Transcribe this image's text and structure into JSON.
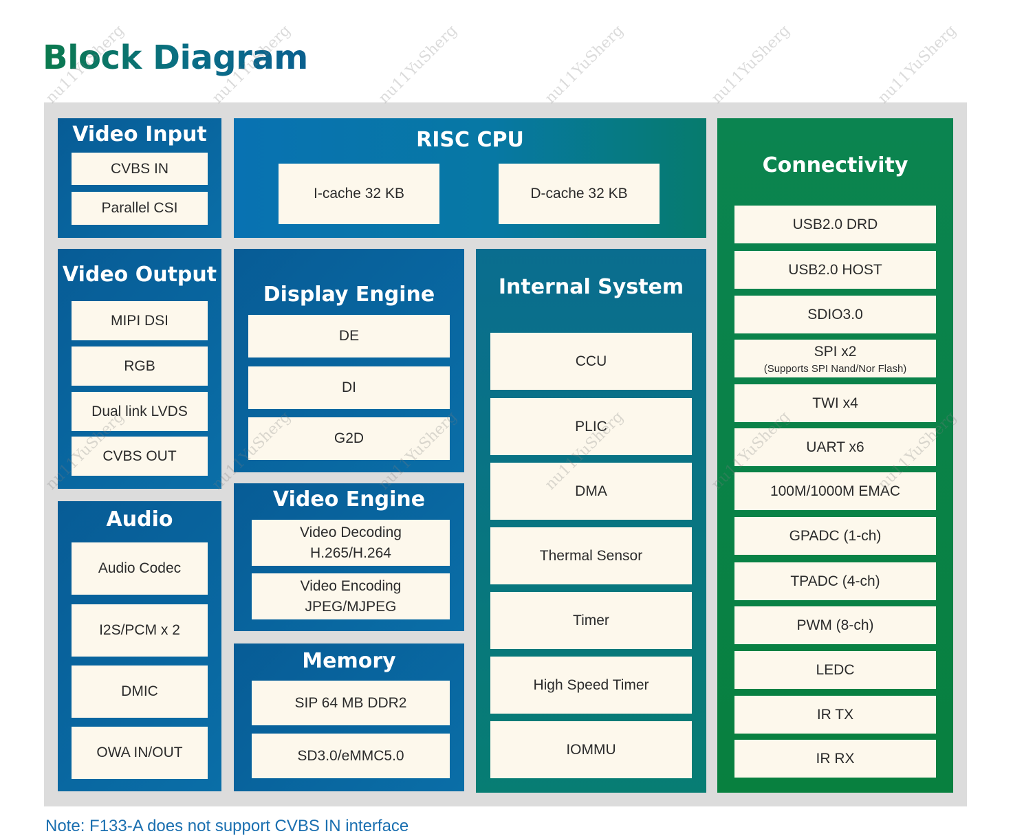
{
  "title": "Block Diagram",
  "video_input": {
    "title": "Video Input",
    "items": [
      "CVBS IN",
      "Parallel CSI"
    ]
  },
  "risc_cpu": {
    "title": "RISC CPU",
    "items": [
      "I-cache 32 KB",
      "D-cache 32 KB"
    ]
  },
  "connectivity": {
    "title": "Connectivity",
    "items": [
      "USB2.0 DRD",
      "USB2.0 HOST",
      "SDIO3.0",
      "SPI x2",
      "TWI x4",
      "UART x6",
      "100M/1000M EMAC",
      "GPADC (1-ch)",
      "TPADC (4-ch)",
      "PWM (8-ch)",
      "LEDC",
      "IR TX",
      "IR RX"
    ],
    "spi_note": "(Supports SPI Nand/Nor Flash)"
  },
  "video_output": {
    "title": "Video Output",
    "items": [
      "MIPI DSI",
      "RGB",
      "Dual link LVDS",
      "CVBS OUT"
    ]
  },
  "display_engine": {
    "title": "Display Engine",
    "items": [
      "DE",
      "DI",
      "G2D"
    ]
  },
  "internal_system": {
    "title": "Internal System",
    "items": [
      "CCU",
      "PLIC",
      "DMA",
      "Thermal Sensor",
      "Timer",
      "High Speed Timer",
      "IOMMU"
    ]
  },
  "audio": {
    "title": "Audio",
    "items": [
      "Audio Codec",
      "I2S/PCM x 2",
      "DMIC",
      "OWA IN/OUT"
    ]
  },
  "video_engine": {
    "title": "Video Engine",
    "decoding": [
      "Video Decoding",
      "H.265/H.264"
    ],
    "encoding": [
      "Video Encoding",
      "JPEG/MJPEG"
    ]
  },
  "memory": {
    "title": "Memory",
    "items": [
      "SIP 64 MB DDR2",
      "SD3.0/eMMC5.0"
    ]
  },
  "watermark": "nu11YuSherg",
  "footnote": "Note: F133-A does not support CVBS IN interface"
}
